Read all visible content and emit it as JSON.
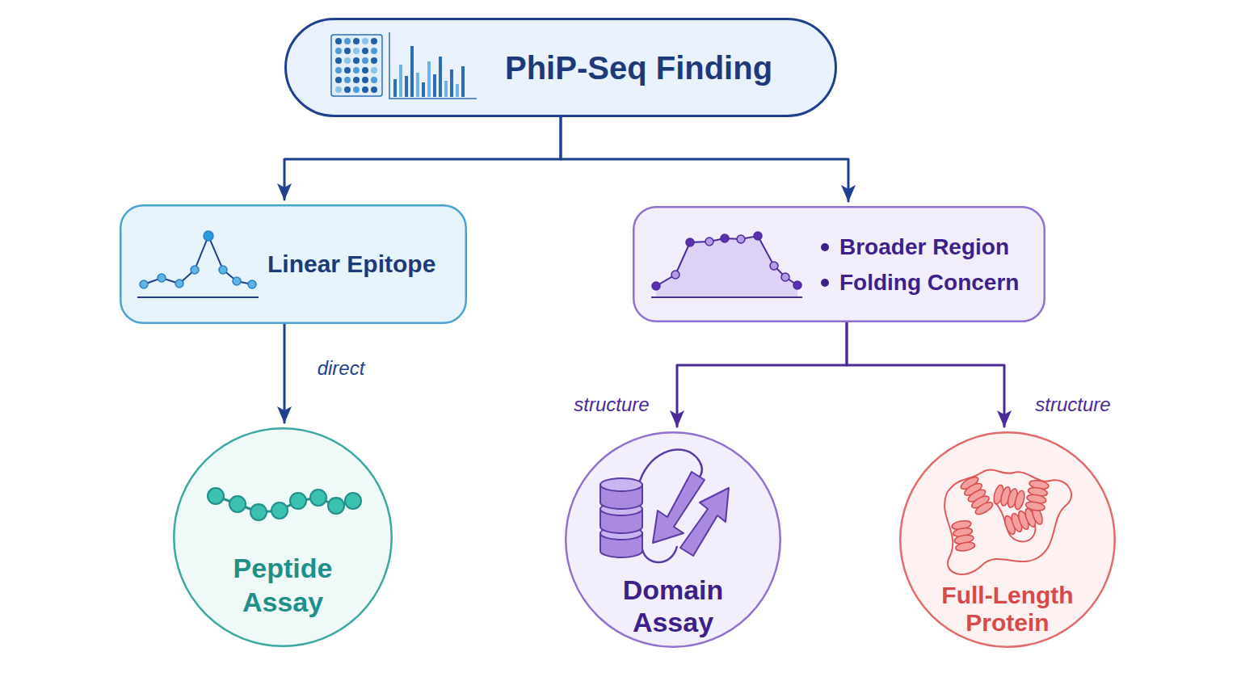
{
  "diagram": {
    "nodes": [
      {
        "text": [
          "PhiP-Seq Finding"
        ]
      },
      {
        "text": [
          "Linear Epitope"
        ]
      },
      {
        "text": [
          "Broader Region",
          "Folding Concern"
        ]
      },
      {
        "text": [
          "Peptide Assay"
        ]
      },
      {
        "text": [
          "Domain Assay"
        ]
      },
      {
        "text": [
          "Full-Length Protein"
        ]
      }
    ],
    "edges": [
      {
        "from": 0,
        "to": 1,
        "arrow": "to"
      },
      {
        "from": 0,
        "to": 2,
        "arrow": "to"
      },
      {
        "from": 1,
        "to": 3,
        "label": "direct",
        "arrow": "to"
      },
      {
        "from": 2,
        "to": 4,
        "label": "structure",
        "arrow": "to"
      },
      {
        "from": 2,
        "to": 5,
        "label": "structure",
        "arrow": "to"
      }
    ]
  }
}
